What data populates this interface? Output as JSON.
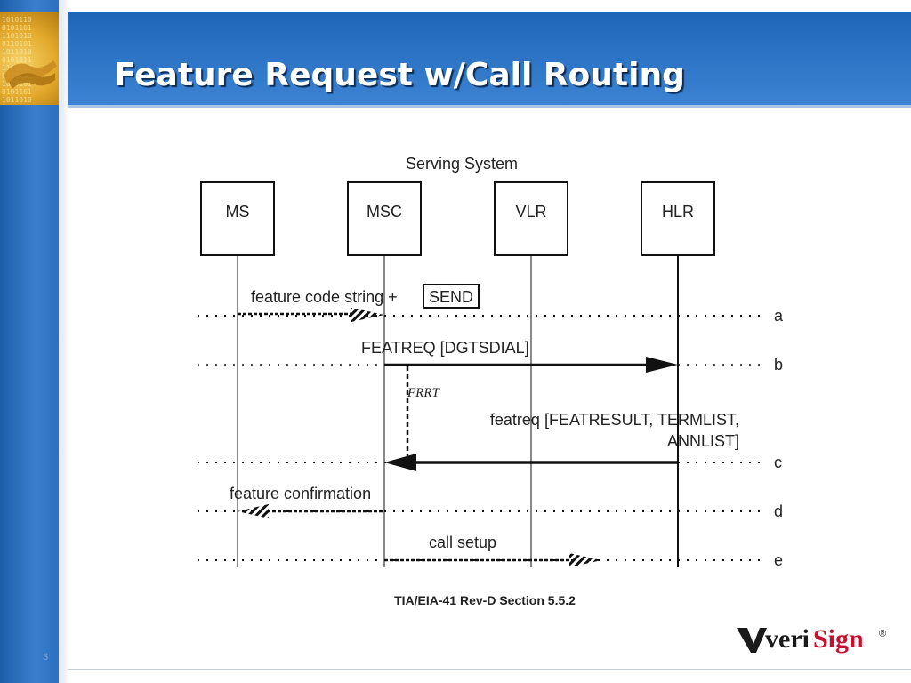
{
  "title": "Feature Request w/Call Routing",
  "slide_number": "3",
  "diagram": {
    "group_label": "Serving System",
    "entities": [
      "MS",
      "MSC",
      "VLR",
      "HLR"
    ],
    "messages": [
      {
        "row": "a",
        "label": "feature code string +",
        "key": "SEND",
        "from": "MS",
        "to": "MSC"
      },
      {
        "row": "b",
        "label": "FEATREQ [DGTSDIAL]",
        "from": "MSC",
        "to": "HLR"
      },
      {
        "row": "c",
        "label_line1": "featreq [FEATRESULT, TERMLIST,",
        "label_line2": "ANNLIST]",
        "from": "HLR",
        "to": "MSC"
      },
      {
        "row": "d",
        "label": "feature confirmation",
        "from": "MSC",
        "to": "MS"
      },
      {
        "row": "e",
        "label": "call setup",
        "from": "MSC",
        "to": "VLR"
      }
    ],
    "timer": "FRRT",
    "citation": "TIA/EIA-41 Rev-D Section 5.5.2"
  },
  "logo": {
    "vers": "veri",
    "sign": "Sign",
    "reg": "®"
  }
}
